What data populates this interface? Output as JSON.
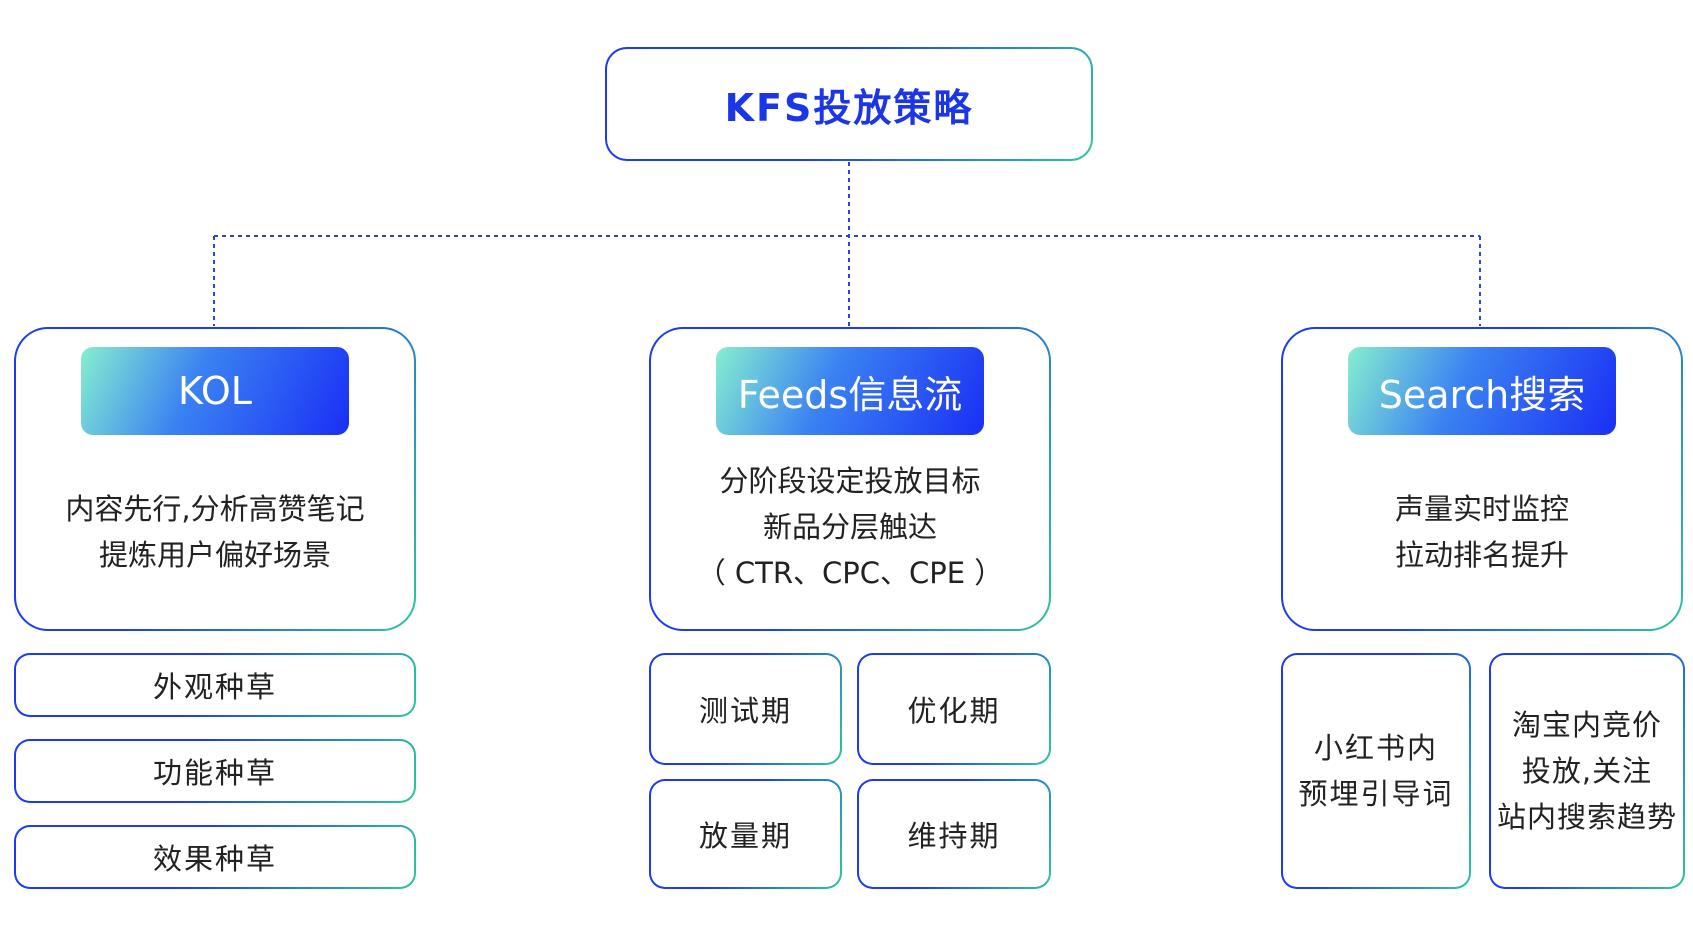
{
  "title": "KFS投放策略",
  "columns": [
    {
      "header": "KOL",
      "description": [
        "内容先行,分析高赞笔记",
        "提炼用户偏好场景"
      ],
      "items": [
        "外观种草",
        "功能种草",
        "效果种草"
      ]
    },
    {
      "header": "Feeds信息流",
      "description": [
        "分阶段设定投放目标",
        "新品分层触达",
        "（ CTR、CPC、CPE ）"
      ],
      "items": [
        "测试期",
        "优化期",
        "放量期",
        "维持期"
      ]
    },
    {
      "header": "Search搜索",
      "description": [
        "声量实时监控",
        "拉动排名提升"
      ],
      "items": [
        [
          "小红书内",
          "预埋引导词"
        ],
        [
          "淘宝内竞价",
          "投放,关注",
          "站内搜索趋势"
        ]
      ]
    }
  ],
  "colors": {
    "accent_blue": "#1d3bf2",
    "accent_green": "#2fc79a",
    "title_text": "#1b36e6"
  }
}
